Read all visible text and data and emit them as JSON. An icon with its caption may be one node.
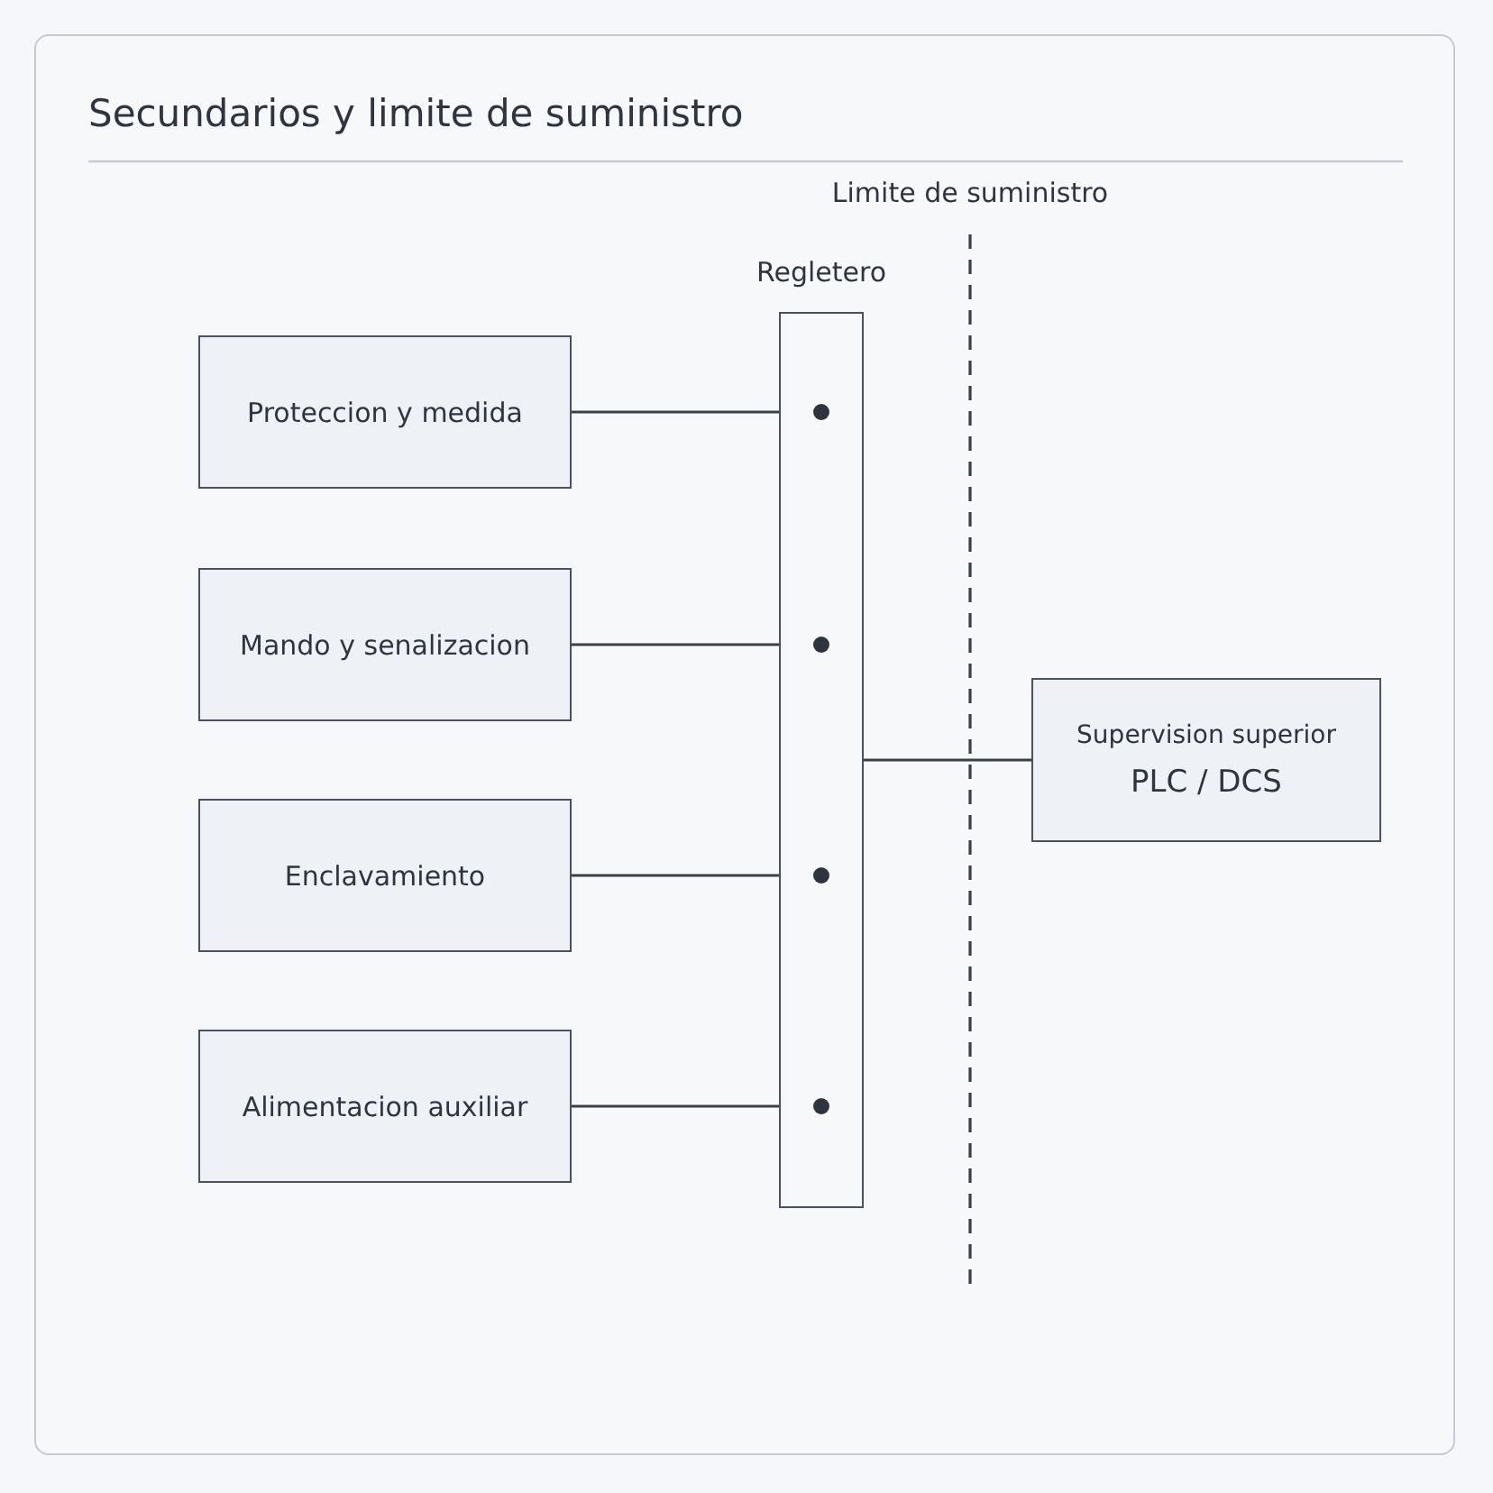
{
  "diagram": {
    "title": "Secundarios y limite de suministro",
    "nodes": [
      {
        "text": [
          "Proteccion y medida"
        ]
      },
      {
        "text": [
          "Mando y senalizacion"
        ]
      },
      {
        "text": [
          "Enclavamiento"
        ]
      },
      {
        "text": [
          "Alimentacion auxiliar"
        ]
      },
      {
        "text": [
          "Regletero"
        ]
      },
      {
        "text": [
          "Supervision superior",
          "PLC / DCS"
        ]
      }
    ],
    "edges": [
      {
        "from": 0,
        "to": 4,
        "arrow": "none"
      },
      {
        "from": 1,
        "to": 4,
        "arrow": "none"
      },
      {
        "from": 2,
        "to": 4,
        "arrow": "none"
      },
      {
        "from": 3,
        "to": 4,
        "arrow": "none"
      },
      {
        "from": 4,
        "to": 5,
        "arrow": "none"
      }
    ],
    "labels": [
      "Limite de suministro"
    ]
  }
}
